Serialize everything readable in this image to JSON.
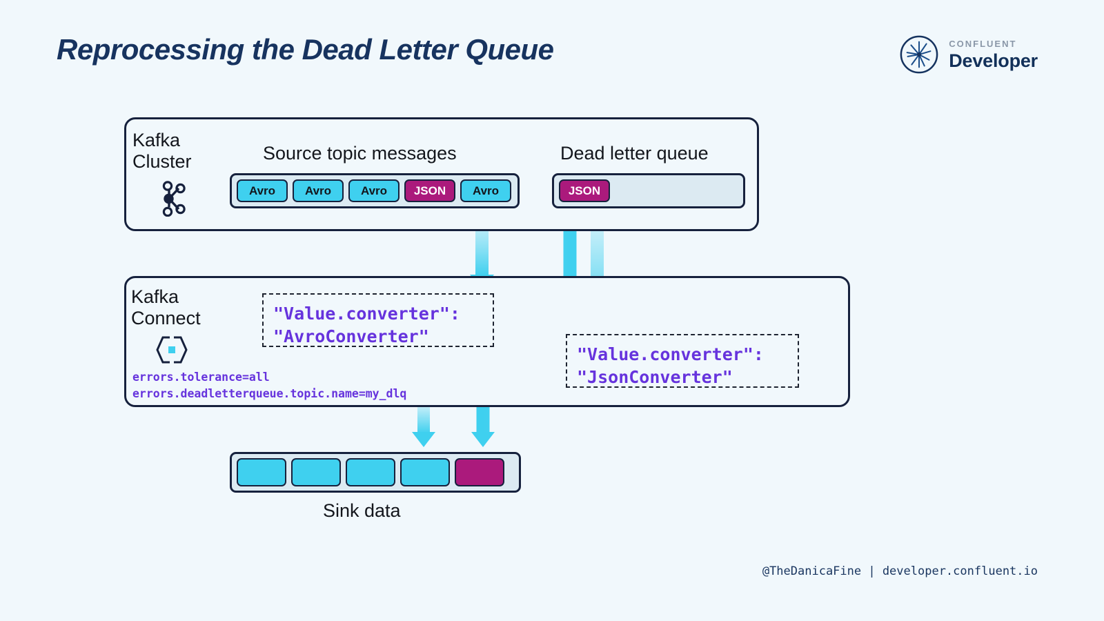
{
  "page": {
    "title": "Reprocessing the Dead Letter Queue",
    "background_color": "#f1f8fc",
    "accent_cyan": "#3fd0ef",
    "accent_magenta": "#ab1a7c",
    "accent_purple": "#6633dd",
    "ink_navy": "#16213d",
    "title_color": "#17335f"
  },
  "brand": {
    "icon": "confluent-starburst-icon",
    "top_line": "CONFLUENT",
    "bottom_line": "Developer"
  },
  "kafka_cluster": {
    "title": "Kafka\nCluster",
    "icon": "kafka-logo-icon",
    "source_topic": {
      "caption": "Source topic messages",
      "cells": [
        {
          "label": "Avro",
          "type": "avro"
        },
        {
          "label": "Avro",
          "type": "avro"
        },
        {
          "label": "Avro",
          "type": "avro"
        },
        {
          "label": "JSON",
          "type": "json"
        },
        {
          "label": "Avro",
          "type": "avro"
        }
      ]
    },
    "dead_letter_queue": {
      "caption": "Dead letter queue",
      "cells": [
        {
          "label": "JSON",
          "type": "json"
        }
      ]
    }
  },
  "kafka_connect": {
    "title": "Kafka\nConnect",
    "icon": "kafka-connect-hexagon-icon",
    "avro_converter_config": "\"Value.converter\":\n\"AvroConverter\"",
    "json_converter_config": "\"Value.converter\":\n\"JsonConverter\"",
    "error_properties": "errors.tolerance=all\nerrors.deadletterqueue.topic.name=my_dlq"
  },
  "sink": {
    "caption": "Sink data",
    "cells": [
      {
        "label": "",
        "type": "blank-cyan"
      },
      {
        "label": "",
        "type": "blank-cyan"
      },
      {
        "label": "",
        "type": "blank-cyan"
      },
      {
        "label": "",
        "type": "blank-cyan"
      },
      {
        "label": "",
        "type": "blank-magenta"
      }
    ]
  },
  "footer": {
    "credit": "@TheDanicaFine | developer.confluent.io"
  }
}
